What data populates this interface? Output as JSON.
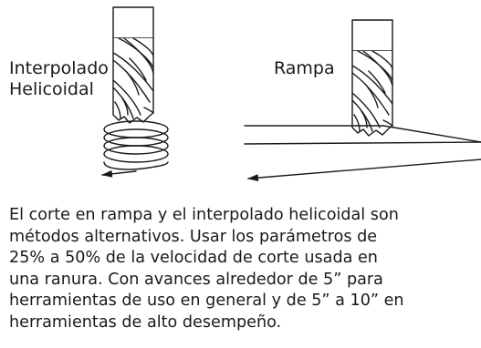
{
  "figure": {
    "helical_label": [
      "Interpolado",
      "Helicoidal"
    ],
    "ramp_label": "Rampa",
    "caption_lines": [
      "El corte en rampa y el interpolado helicoidal son",
      "métodos alternativos. Usar los parámetros de",
      "25% a 50% de la velocidad de corte usada en",
      "una ranura. Con avances alrededor de 5” para",
      "herramientas de uso en general y de 5” a 10” en",
      "herramientas de alto desempeño."
    ]
  },
  "icons": {
    "left_tool": "end-mill-icon",
    "right_tool": "end-mill-icon",
    "helix_path": "helical-path-icon",
    "ramp_path": "ramp-path-icon"
  },
  "colors": {
    "ink": "#1a1a1a",
    "background": "#ffffff"
  }
}
